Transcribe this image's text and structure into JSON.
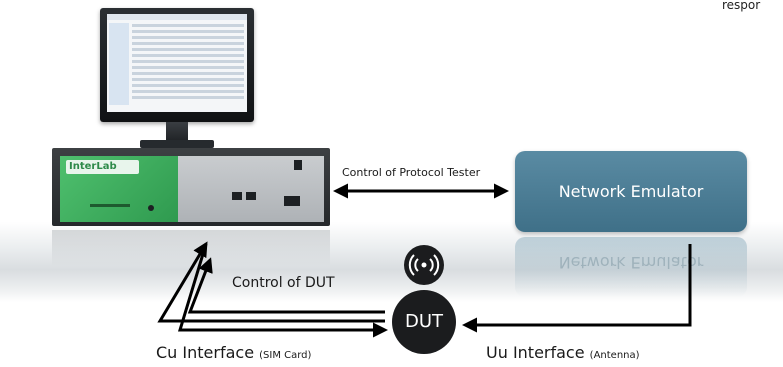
{
  "top_text": "respor",
  "tester": {
    "logo": "InterLab"
  },
  "network_emulator": {
    "label": "Network Emulator"
  },
  "dut": {
    "label": "DUT"
  },
  "labels": {
    "control_protocol_tester": "Control of Protocol Tester",
    "control_dut": "Control of DUT",
    "cu_interface": "Cu Interface",
    "cu_interface_sub": "(SIM Card)",
    "uu_interface": "Uu Interface",
    "uu_interface_sub": "(Antenna)"
  },
  "colors": {
    "tester_green": "#3fae5e",
    "network_emulator": "#4c7f98",
    "dut": "#1b1c1e",
    "arrows": "#000000"
  },
  "icons": [
    "wireless-signal-icon"
  ]
}
